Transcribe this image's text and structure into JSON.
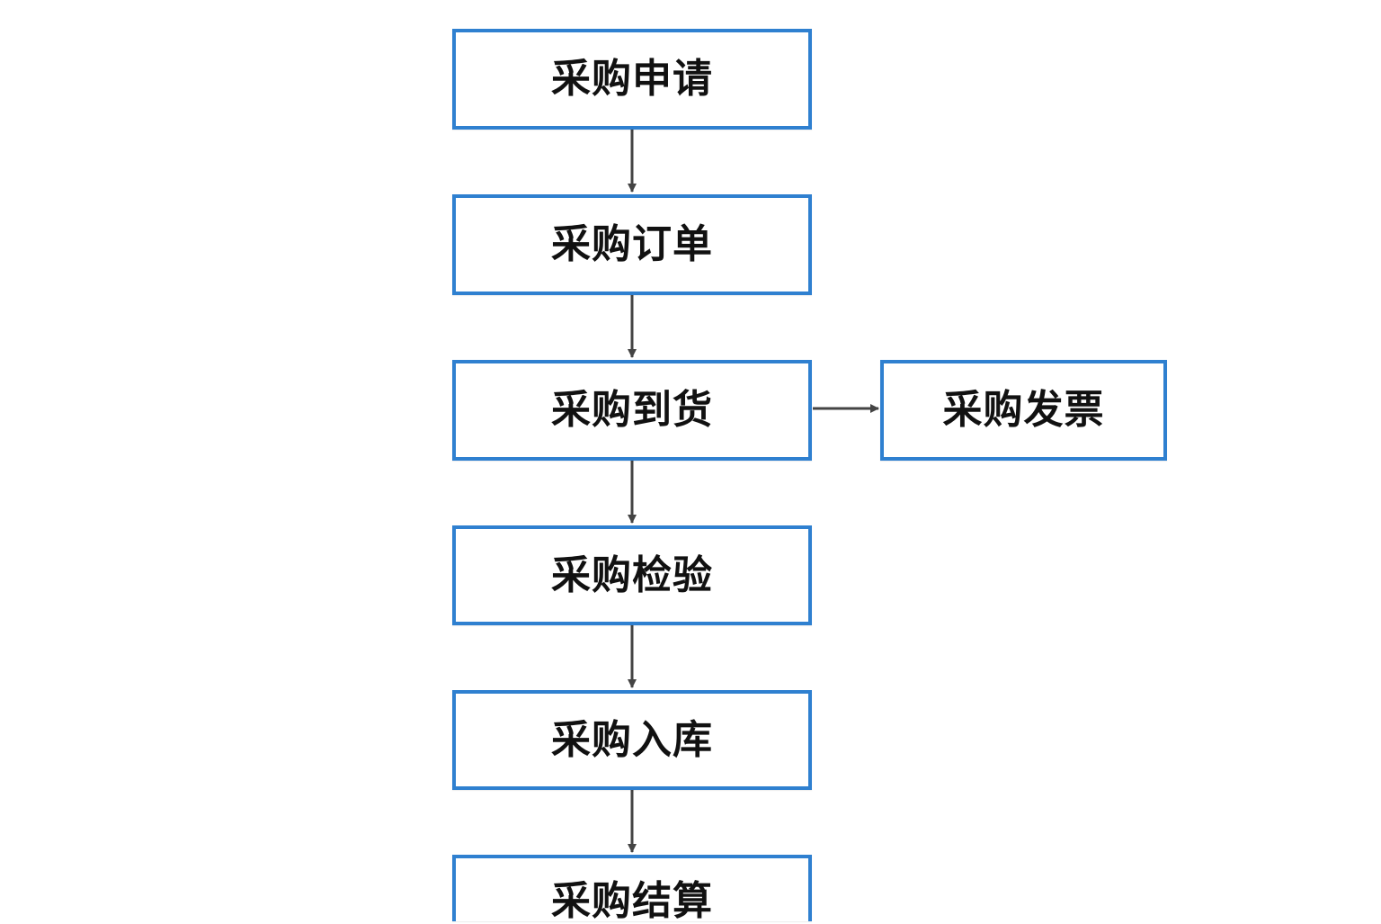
{
  "diagram": {
    "type": "flowchart",
    "colors": {
      "box_border": "#2f80d0",
      "box_fill": "#ffffff",
      "text": "#111111",
      "arrow": "#444444",
      "background": "#ffffff"
    },
    "nodes": {
      "request": {
        "label": "采购申请"
      },
      "order": {
        "label": "采购订单"
      },
      "arrival": {
        "label": "采购到货"
      },
      "invoice": {
        "label": "采购发票"
      },
      "inspection": {
        "label": "采购检验"
      },
      "warehousing": {
        "label": "采购入库"
      },
      "settlement": {
        "label": "采购结算"
      }
    },
    "edges": [
      {
        "from": "request",
        "to": "order"
      },
      {
        "from": "order",
        "to": "arrival"
      },
      {
        "from": "arrival",
        "to": "invoice"
      },
      {
        "from": "arrival",
        "to": "inspection"
      },
      {
        "from": "inspection",
        "to": "warehousing"
      },
      {
        "from": "warehousing",
        "to": "settlement"
      }
    ]
  }
}
